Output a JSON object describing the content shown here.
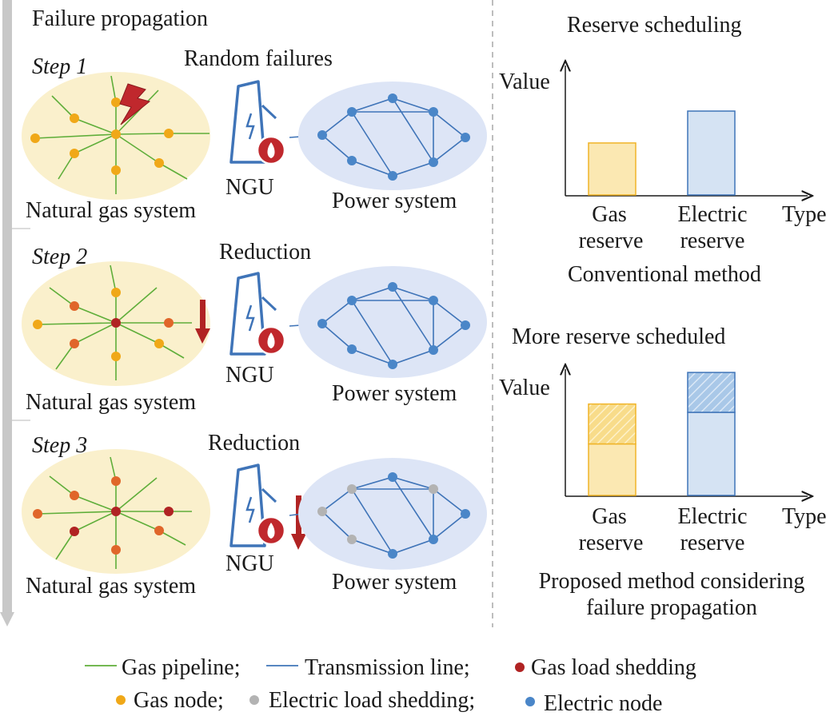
{
  "colors": {
    "gas_pipeline": "#5fae3a",
    "transmission_line": "#3f74b8",
    "gas_node": "#f0a818",
    "gas_load_shedding": "#b02323",
    "gas_node_reduced": "#e0662a",
    "electric_node": "#4a86c8",
    "electric_load_shedding": "#b3b3b3",
    "gas_area": "#faf0cc",
    "power_area": "#dde5f6",
    "gas_reserve_fill": "#fbe8b2",
    "gas_reserve_stroke": "#f0b428",
    "electric_reserve_fill": "#d5e3f3",
    "electric_reserve_stroke": "#3f74b8",
    "arrow_red": "#b02323",
    "timeline": "#c8c8c8"
  },
  "left": {
    "title": "Failure propagation",
    "steps": [
      {
        "label": "Step 1",
        "event": "Random failures",
        "gas_system": "Natural gas system",
        "ngu": "NGU",
        "power_system": "Power system"
      },
      {
        "label": "Step 2",
        "event": "Reduction",
        "gas_system": "Natural gas system",
        "ngu": "NGU",
        "power_system": "Power system"
      },
      {
        "label": "Step 3",
        "event": "Reduction",
        "gas_system": "Natural gas system",
        "ngu": "NGU",
        "power_system": "Power system"
      }
    ]
  },
  "right": {
    "title": "Reserve scheduling",
    "conventional": {
      "ylabel": "Value",
      "xlabel": "Type",
      "cat1": [
        "Gas",
        "reserve"
      ],
      "cat2": [
        "Electric",
        "reserve"
      ],
      "caption": "Conventional method"
    },
    "proposed": {
      "header": "More reserve scheduled",
      "ylabel": "Value",
      "xlabel": "Type",
      "cat1": [
        "Gas",
        "reserve"
      ],
      "cat2": [
        "Electric",
        "reserve"
      ],
      "caption": [
        "Proposed method considering",
        "failure propagation"
      ]
    }
  },
  "legend": {
    "row1": [
      "Gas pipeline;",
      "Transmission line;",
      "Gas load shedding"
    ],
    "row2": [
      "Gas node;",
      "Electric load shedding;",
      "Electric node"
    ]
  },
  "chart_data": [
    {
      "type": "bar",
      "categories": [
        "Gas reserve",
        "Electric reserve"
      ],
      "values": [
        0.62,
        1.0
      ],
      "xlabel": "Type",
      "ylabel": "Value"
    },
    {
      "type": "bar",
      "categories": [
        "Gas reserve",
        "Electric reserve"
      ],
      "series": [
        {
          "values": [
            0.62,
            1.0
          ]
        },
        {
          "values": [
            0.48,
            0.48
          ]
        }
      ],
      "xlabel": "Type",
      "ylabel": "Value",
      "stacked": true
    }
  ]
}
